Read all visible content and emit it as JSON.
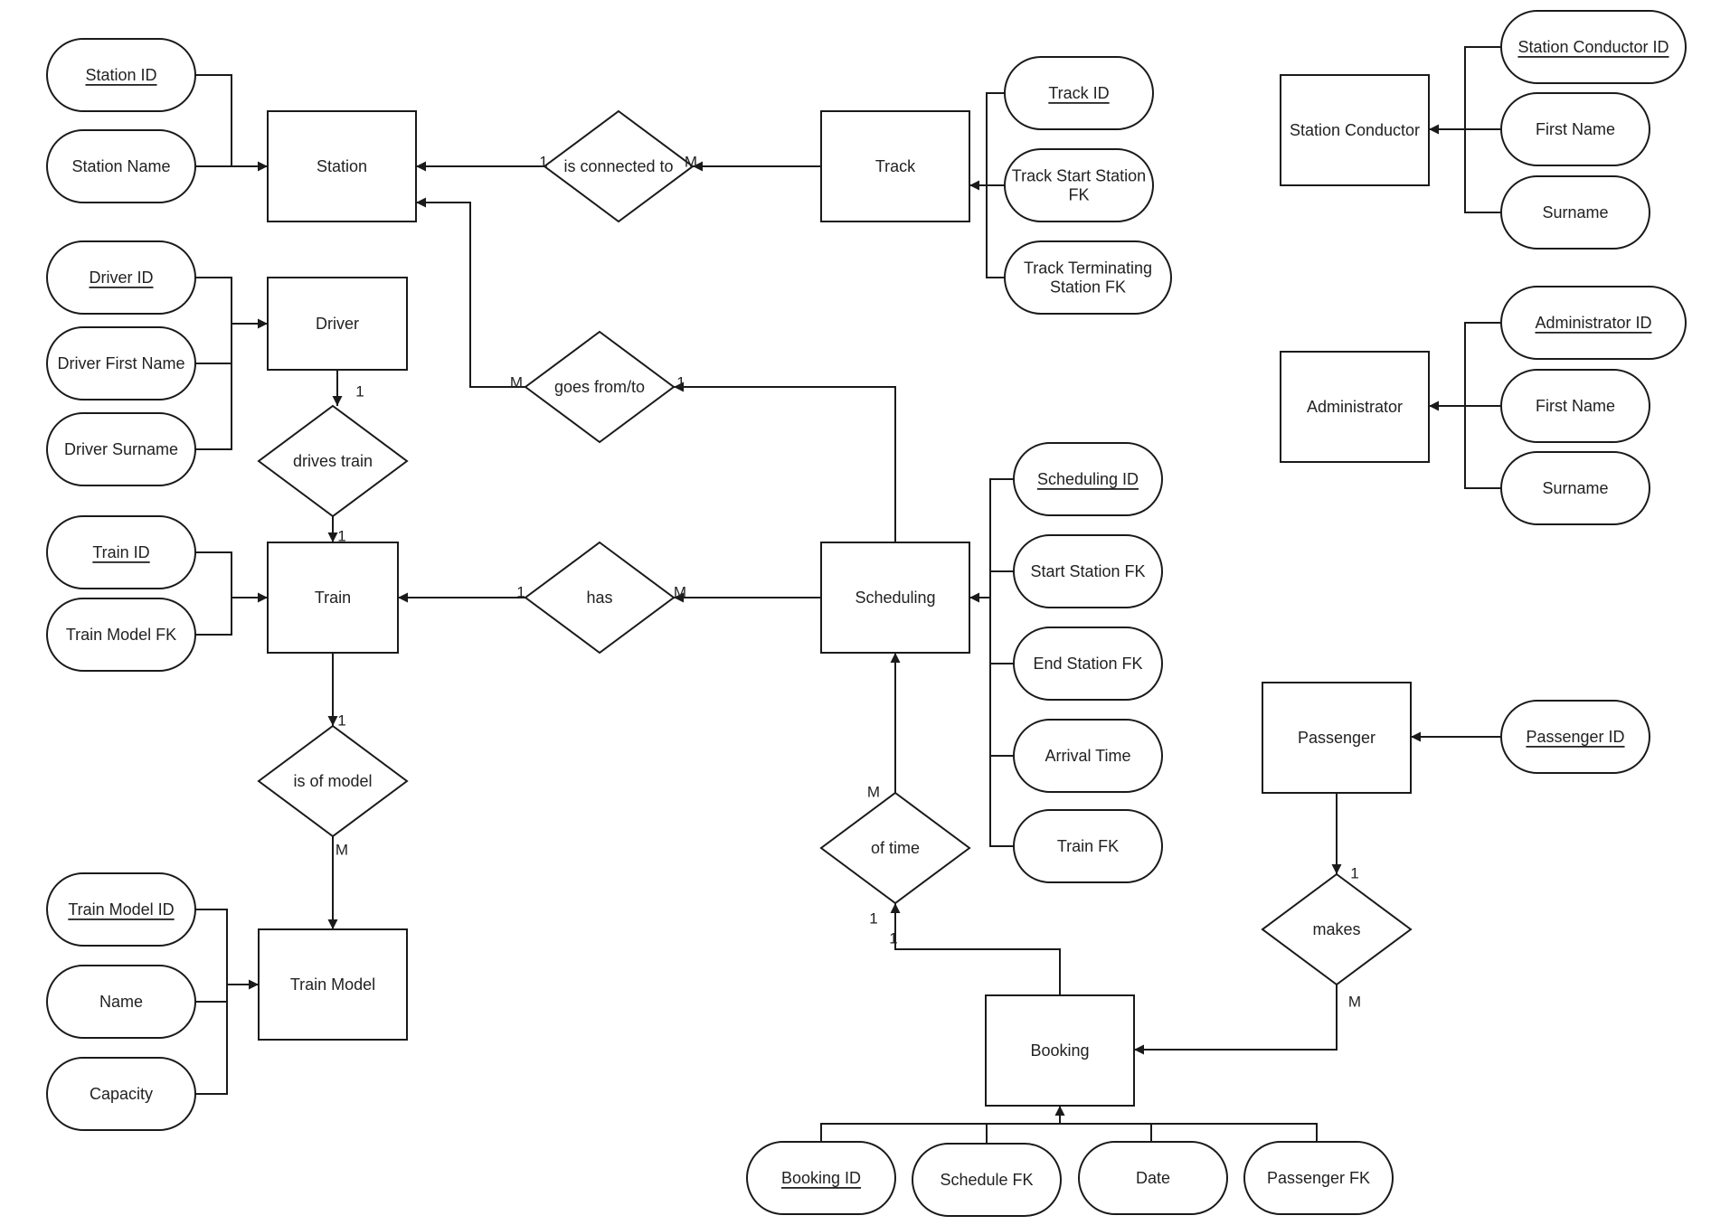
{
  "entities": [
    {
      "id": "station",
      "label": "Station"
    },
    {
      "id": "track",
      "label": "Track"
    },
    {
      "id": "station_conductor",
      "label": "Station Conductor"
    },
    {
      "id": "driver",
      "label": "Driver"
    },
    {
      "id": "administrator",
      "label": "Administrator"
    },
    {
      "id": "train",
      "label": "Train"
    },
    {
      "id": "scheduling",
      "label": "Scheduling"
    },
    {
      "id": "passenger",
      "label": "Passenger"
    },
    {
      "id": "train_model",
      "label": "Train Model"
    },
    {
      "id": "booking",
      "label": "Booking"
    }
  ],
  "relationships": [
    {
      "id": "is_connected_to",
      "label": "is connected to",
      "from_entity": "track",
      "to_entity": "station",
      "card_to": "1",
      "card_from": "M"
    },
    {
      "id": "goes_from_to",
      "label": "goes from/to",
      "from_entity": "scheduling",
      "to_entity": "station",
      "card_to": "M",
      "card_from": "1"
    },
    {
      "id": "drives_train",
      "label": "drives train",
      "from_entity": "driver",
      "to_entity": "train",
      "card_from": "1",
      "card_to": "1"
    },
    {
      "id": "has",
      "label": "has",
      "from_entity": "scheduling",
      "to_entity": "train",
      "card_to": "1",
      "card_from": "M"
    },
    {
      "id": "is_of_model",
      "label": "is of model",
      "from_entity": "train",
      "to_entity": "train_model",
      "card_from": "1",
      "card_to": "M"
    },
    {
      "id": "of_time",
      "label": "of time",
      "from_entity": "booking",
      "to_entity": "scheduling",
      "card_to": "M",
      "card_from": "1"
    },
    {
      "id": "makes",
      "label": "makes",
      "from_entity": "passenger",
      "to_entity": "booking",
      "card_from": "1",
      "card_to": "M"
    }
  ],
  "attributes": [
    {
      "id": "station_id",
      "label": "Station ID",
      "key": true,
      "entity": "station"
    },
    {
      "id": "station_name",
      "label": "Station Name",
      "key": false,
      "entity": "station"
    },
    {
      "id": "track_id",
      "label": "Track ID",
      "key": true,
      "entity": "track"
    },
    {
      "id": "track_start_fk",
      "label": [
        "Track Start Station",
        "FK"
      ],
      "key": false,
      "entity": "track"
    },
    {
      "id": "track_term_fk",
      "label": [
        "Track Terminating",
        "Station FK"
      ],
      "key": false,
      "entity": "track"
    },
    {
      "id": "sc_id",
      "label": "Station Conductor ID",
      "key": true,
      "entity": "station_conductor"
    },
    {
      "id": "sc_first",
      "label": "First Name",
      "key": false,
      "entity": "station_conductor"
    },
    {
      "id": "sc_surname",
      "label": "Surname",
      "key": false,
      "entity": "station_conductor"
    },
    {
      "id": "driver_id",
      "label": "Driver ID",
      "key": true,
      "entity": "driver"
    },
    {
      "id": "driver_first",
      "label": "Driver First Name",
      "key": false,
      "entity": "driver"
    },
    {
      "id": "driver_surname",
      "label": "Driver Surname",
      "key": false,
      "entity": "driver"
    },
    {
      "id": "admin_id",
      "label": "Administrator ID",
      "key": true,
      "entity": "administrator"
    },
    {
      "id": "admin_first",
      "label": "First Name",
      "key": false,
      "entity": "administrator"
    },
    {
      "id": "admin_surname",
      "label": "Surname",
      "key": false,
      "entity": "administrator"
    },
    {
      "id": "scheduling_id",
      "label": "Scheduling ID",
      "key": true,
      "entity": "scheduling"
    },
    {
      "id": "start_station_fk",
      "label": "Start Station FK",
      "key": false,
      "entity": "scheduling"
    },
    {
      "id": "end_station_fk",
      "label": "End Station FK",
      "key": false,
      "entity": "scheduling"
    },
    {
      "id": "arrival_time",
      "label": "Arrival Time",
      "key": false,
      "entity": "scheduling"
    },
    {
      "id": "train_fk",
      "label": "Train FK",
      "key": false,
      "entity": "scheduling"
    },
    {
      "id": "train_id",
      "label": "Train ID",
      "key": true,
      "entity": "train"
    },
    {
      "id": "train_model_fk",
      "label": "Train Model FK",
      "key": false,
      "entity": "train"
    },
    {
      "id": "passenger_id",
      "label": "Passenger ID",
      "key": true,
      "entity": "passenger"
    },
    {
      "id": "train_model_id",
      "label": "Train Model ID",
      "key": true,
      "entity": "train_model"
    },
    {
      "id": "tm_name",
      "label": "Name",
      "key": false,
      "entity": "train_model"
    },
    {
      "id": "tm_capacity",
      "label": "Capacity",
      "key": false,
      "entity": "train_model"
    },
    {
      "id": "booking_id",
      "label": "Booking ID",
      "key": true,
      "entity": "booking"
    },
    {
      "id": "schedule_fk",
      "label": "Schedule FK",
      "key": false,
      "entity": "booking"
    },
    {
      "id": "booking_date",
      "label": "Date",
      "key": false,
      "entity": "booking"
    },
    {
      "id": "passenger_fk",
      "label": "Passenger FK",
      "key": false,
      "entity": "booking"
    }
  ]
}
